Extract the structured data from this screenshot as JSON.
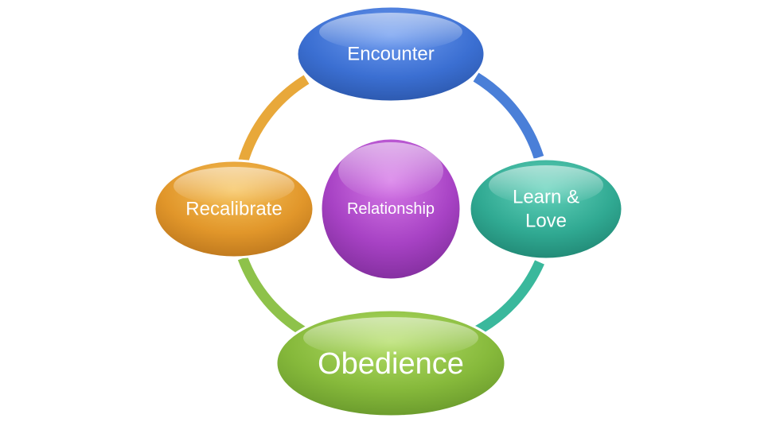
{
  "diagram": {
    "center": {
      "label": "Relationship",
      "color": "#a040c0"
    },
    "nodes": [
      {
        "id": "encounter",
        "lines": [
          "Encounter"
        ],
        "color": "#3a6fd0"
      },
      {
        "id": "learn-love",
        "lines": [
          "Learn &",
          "Love"
        ],
        "color": "#2fa690"
      },
      {
        "id": "obedience",
        "lines": [
          "Obedience"
        ],
        "color": "#86b83c"
      },
      {
        "id": "recalibrate",
        "lines": [
          "Recalibrate"
        ],
        "color": "#e0962a"
      }
    ],
    "arcs": [
      {
        "from": "encounter",
        "to": "learn-love",
        "color": "#4a7fd8"
      },
      {
        "from": "learn-love",
        "to": "obedience",
        "color": "#3ab89c"
      },
      {
        "from": "obedience",
        "to": "recalibrate",
        "color": "#8ec24a"
      },
      {
        "from": "recalibrate",
        "to": "encounter",
        "color": "#e8a83a"
      }
    ]
  }
}
